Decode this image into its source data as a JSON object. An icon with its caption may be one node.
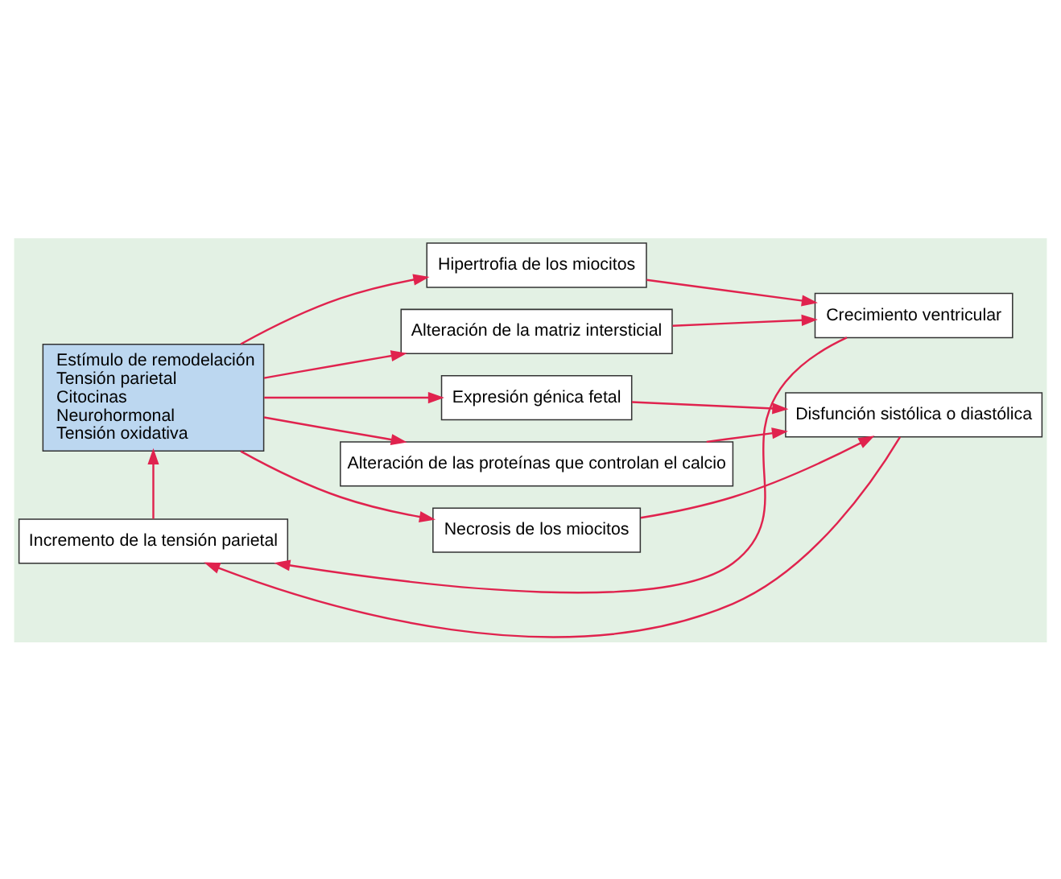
{
  "diagram": {
    "nodes": [
      {
        "text": [
          "Estímulo de remodelación",
          "Tensión parietal",
          "Citocinas",
          "Neurohormonal",
          "Tensión oxidativa"
        ]
      },
      {
        "text": [
          "Incremento de la tensión parietal"
        ]
      },
      {
        "text": [
          "Hipertrofia de los miocitos"
        ]
      },
      {
        "text": [
          "Alteración de la matriz intersticial"
        ]
      },
      {
        "text": [
          "Crecimiento ventricular"
        ]
      },
      {
        "text": [
          "Expresión génica fetal"
        ]
      },
      {
        "text": [
          "Alteración de las proteínas que controlan el calcio"
        ]
      },
      {
        "text": [
          "Disfunción sistólica o diastólica"
        ]
      },
      {
        "text": [
          "Necrosis de los miocitos"
        ]
      }
    ],
    "edges": [
      {
        "from": 1,
        "to": 0,
        "arrow": "to"
      },
      {
        "from": 0,
        "to": 2,
        "arrow": "to"
      },
      {
        "from": 0,
        "to": 3,
        "arrow": "to"
      },
      {
        "from": 0,
        "to": 5,
        "arrow": "to"
      },
      {
        "from": 0,
        "to": 6,
        "arrow": "to"
      },
      {
        "from": 0,
        "to": 8,
        "arrow": "to"
      },
      {
        "from": 2,
        "to": 4,
        "arrow": "to"
      },
      {
        "from": 3,
        "to": 4,
        "arrow": "to"
      },
      {
        "from": 5,
        "to": 7,
        "arrow": "to"
      },
      {
        "from": 6,
        "to": 7,
        "arrow": "to"
      },
      {
        "from": 8,
        "to": 7,
        "arrow": "to"
      },
      {
        "from": 4,
        "to": 1,
        "arrow": "to"
      },
      {
        "from": 7,
        "to": 1,
        "arrow": "to"
      }
    ]
  }
}
